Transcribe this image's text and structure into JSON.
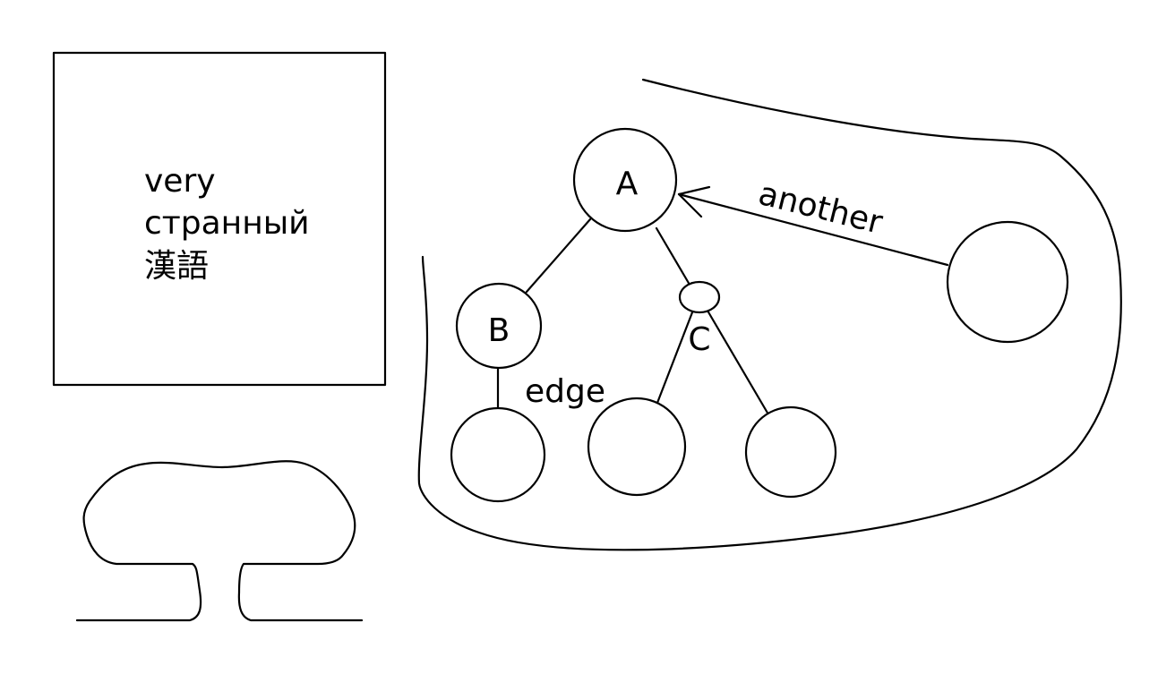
{
  "box": {
    "lines": [
      "very",
      "странный",
      "漢語"
    ]
  },
  "graph": {
    "nodes": {
      "a": "A",
      "b": "B",
      "c": "C"
    },
    "edge_labels": {
      "b_to_leaf": "edge",
      "other_to_a": "another"
    }
  }
}
